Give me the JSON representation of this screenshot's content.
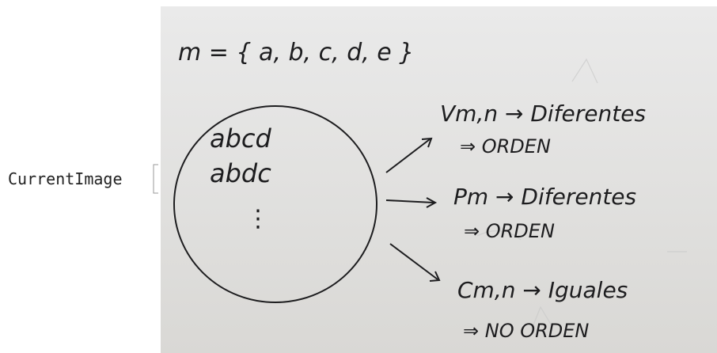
{
  "input": {
    "function_name": "CurrentImage"
  },
  "image": {
    "lines": {
      "set": "m = { a, b, c, d, e }",
      "circle_row1": "abcd",
      "circle_row2": "abdc",
      "circle_dots": "⋮",
      "v_line": "Vm,n → Diferentes",
      "v_sub": "⇒ ORDEN",
      "p_line": "Pm → Diferentes",
      "p_sub": "⇒ ORDEN",
      "c_line": "Cm,n → Iguales",
      "c_sub": "⇒ NO ORDEN"
    },
    "colors": {
      "whiteboard_top": "#eaeaea",
      "whiteboard_bottom": "#d9d8d5",
      "ink": "#1d1d1f"
    }
  }
}
